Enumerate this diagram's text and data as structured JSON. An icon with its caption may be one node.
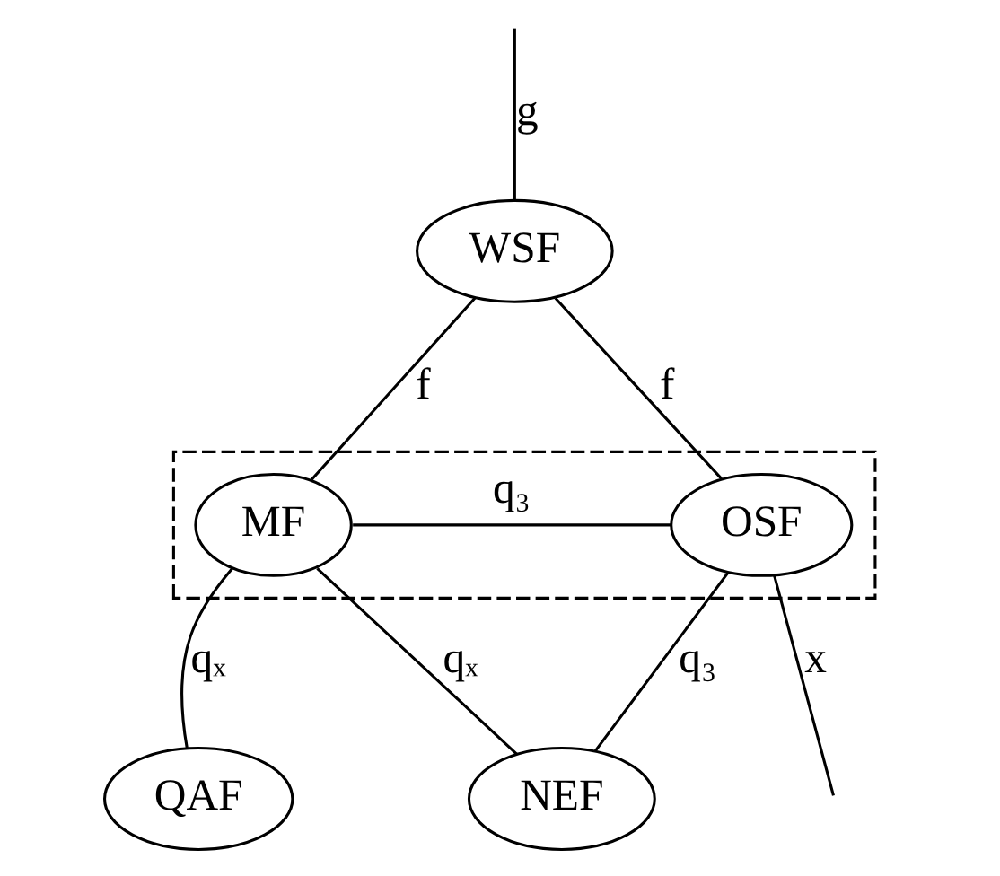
{
  "diagram": {
    "nodes": [
      {
        "text": [],
        "shape": "box"
      },
      {
        "text": [
          "WSF"
        ]
      },
      {
        "text": [
          "MF"
        ],
        "in": 0
      },
      {
        "text": [
          "OSF"
        ],
        "in": 0
      },
      {
        "text": [
          "QAF"
        ]
      },
      {
        "text": [
          "NEF"
        ]
      }
    ],
    "edges": [
      {
        "from": null,
        "to": 1,
        "arrow": "none",
        "label": "g"
      },
      {
        "from": 1,
        "to": 2,
        "arrow": "none",
        "label": "f"
      },
      {
        "from": 1,
        "to": 3,
        "arrow": "none",
        "label": "f"
      },
      {
        "from": 2,
        "to": 3,
        "arrow": "none",
        "label": "q₃"
      },
      {
        "from": 3,
        "to": null,
        "arrow": "none",
        "label": "x"
      },
      {
        "from": 2,
        "to": 4,
        "arrow": "none",
        "label": "qₓ"
      },
      {
        "from": 2,
        "to": 5,
        "arrow": "none",
        "label": "qₓ"
      },
      {
        "from": 3,
        "to": 5,
        "arrow": "none",
        "label": "q₃"
      }
    ]
  }
}
